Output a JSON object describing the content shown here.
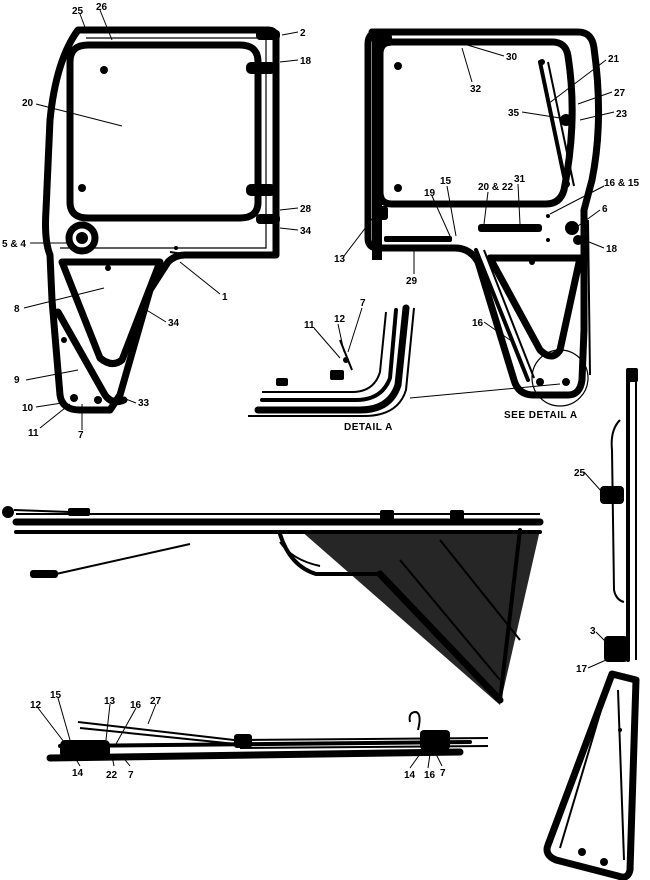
{
  "captions": {
    "detail_a": "DETAIL A",
    "see_detail_a": "SEE DETAIL A"
  },
  "labels": [
    {
      "id": "lbl-left-25",
      "text": "25"
    },
    {
      "id": "lbl-left-26",
      "text": "26"
    },
    {
      "id": "lbl-left-2",
      "text": "2"
    },
    {
      "id": "lbl-left-18a",
      "text": "18"
    },
    {
      "id": "lbl-left-20",
      "text": "20"
    },
    {
      "id": "lbl-left-28",
      "text": "28"
    },
    {
      "id": "lbl-left-34a",
      "text": "34"
    },
    {
      "id": "lbl-left-5and4",
      "text": "5 & 4"
    },
    {
      "id": "lbl-left-1",
      "text": "1"
    },
    {
      "id": "lbl-left-8",
      "text": "8"
    },
    {
      "id": "lbl-left-34b",
      "text": "34"
    },
    {
      "id": "lbl-left-9",
      "text": "9"
    },
    {
      "id": "lbl-left-10",
      "text": "10"
    },
    {
      "id": "lbl-left-33",
      "text": "33"
    },
    {
      "id": "lbl-left-11",
      "text": "11"
    },
    {
      "id": "lbl-left-7",
      "text": "7"
    },
    {
      "id": "lbl-right-30",
      "text": "30"
    },
    {
      "id": "lbl-right-32",
      "text": "32"
    },
    {
      "id": "lbl-right-21",
      "text": "21"
    },
    {
      "id": "lbl-right-27",
      "text": "27"
    },
    {
      "id": "lbl-right-35",
      "text": "35"
    },
    {
      "id": "lbl-right-23",
      "text": "23"
    },
    {
      "id": "lbl-right-16and5",
      "text": "16 & 15"
    },
    {
      "id": "lbl-right-19",
      "text": "19"
    },
    {
      "id": "lbl-right-15",
      "text": "15"
    },
    {
      "id": "lbl-right-20and22",
      "text": "20 & 22"
    },
    {
      "id": "lbl-right-31",
      "text": "31"
    },
    {
      "id": "lbl-right-6",
      "text": "6"
    },
    {
      "id": "lbl-right-18",
      "text": "18"
    },
    {
      "id": "lbl-right-13",
      "text": "13"
    },
    {
      "id": "lbl-right-29",
      "text": "29"
    },
    {
      "id": "lbl-right-16",
      "text": "16"
    },
    {
      "id": "lbl-det-7",
      "text": "7"
    },
    {
      "id": "lbl-det-11",
      "text": "11"
    },
    {
      "id": "lbl-det-12",
      "text": "12"
    },
    {
      "id": "lbl-vert-25",
      "text": "25"
    },
    {
      "id": "lbl-vert-3",
      "text": "3"
    },
    {
      "id": "lbl-vert-17",
      "text": "17"
    },
    {
      "id": "lbl-bot-12",
      "text": "12"
    },
    {
      "id": "lbl-bot-15",
      "text": "15"
    },
    {
      "id": "lbl-bot-13",
      "text": "13"
    },
    {
      "id": "lbl-bot-16",
      "text": "16"
    },
    {
      "id": "lbl-bot-27",
      "text": "27"
    },
    {
      "id": "lbl-bot-14a",
      "text": "14"
    },
    {
      "id": "lbl-bot-22",
      "text": "22"
    },
    {
      "id": "lbl-bot-7a",
      "text": "7"
    },
    {
      "id": "lbl-bot-14b",
      "text": "14"
    },
    {
      "id": "lbl-bot-16b",
      "text": "16"
    },
    {
      "id": "lbl-bot-7b",
      "text": "7"
    }
  ]
}
